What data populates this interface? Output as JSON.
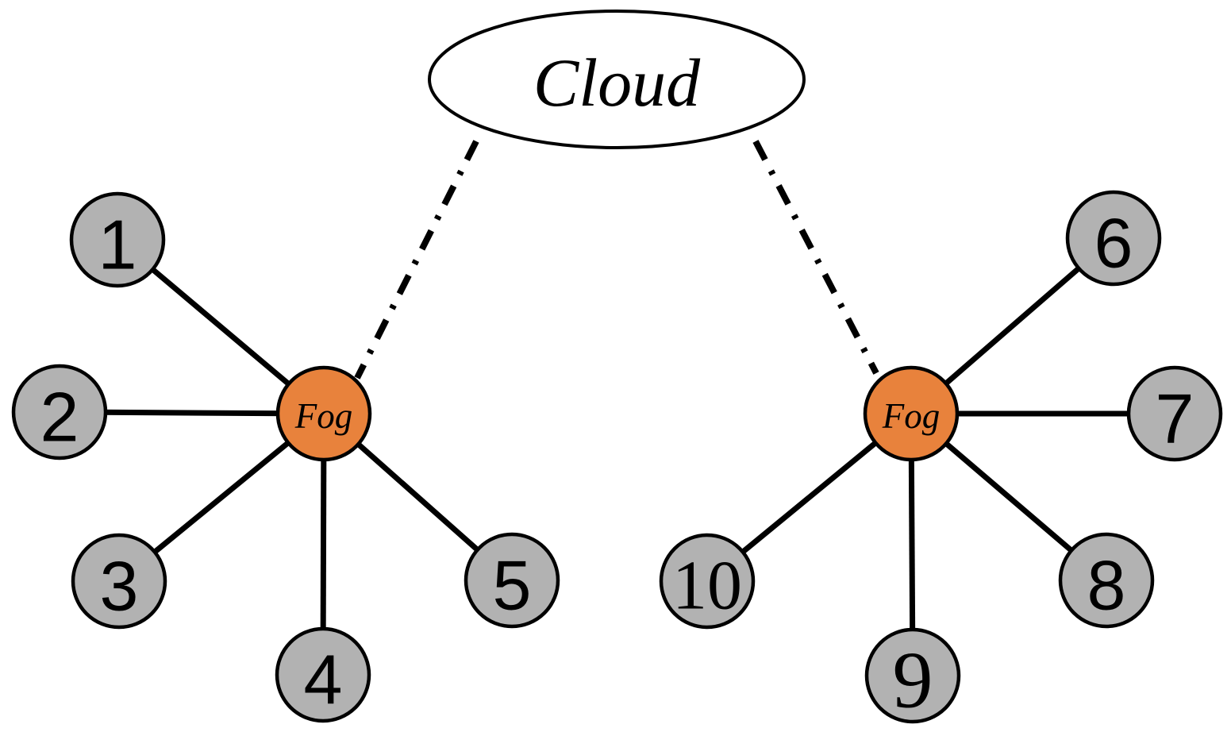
{
  "diagram": {
    "cloud": {
      "label": "Cloud"
    },
    "fog_nodes": [
      {
        "label": "Fog",
        "side": "left",
        "cloud_link_style": "dash-dot",
        "connected_devices": [
          "1",
          "2",
          "3",
          "4",
          "5"
        ]
      },
      {
        "label": "Fog",
        "side": "right",
        "cloud_link_style": "dash-dot",
        "connected_devices": [
          "6",
          "7",
          "8",
          "9",
          "10"
        ]
      }
    ],
    "device_nodes": [
      {
        "label": "1"
      },
      {
        "label": "2"
      },
      {
        "label": "3"
      },
      {
        "label": "4"
      },
      {
        "label": "5"
      },
      {
        "label": "6"
      },
      {
        "label": "7"
      },
      {
        "label": "8"
      },
      {
        "label": "9"
      },
      {
        "label": "10"
      }
    ],
    "colors": {
      "fog_fill": "#E8823C",
      "device_fill": "#B2B2B2",
      "cloud_fill": "#FFFFFF",
      "stroke": "#000000",
      "background": "#FFFFFF"
    }
  }
}
